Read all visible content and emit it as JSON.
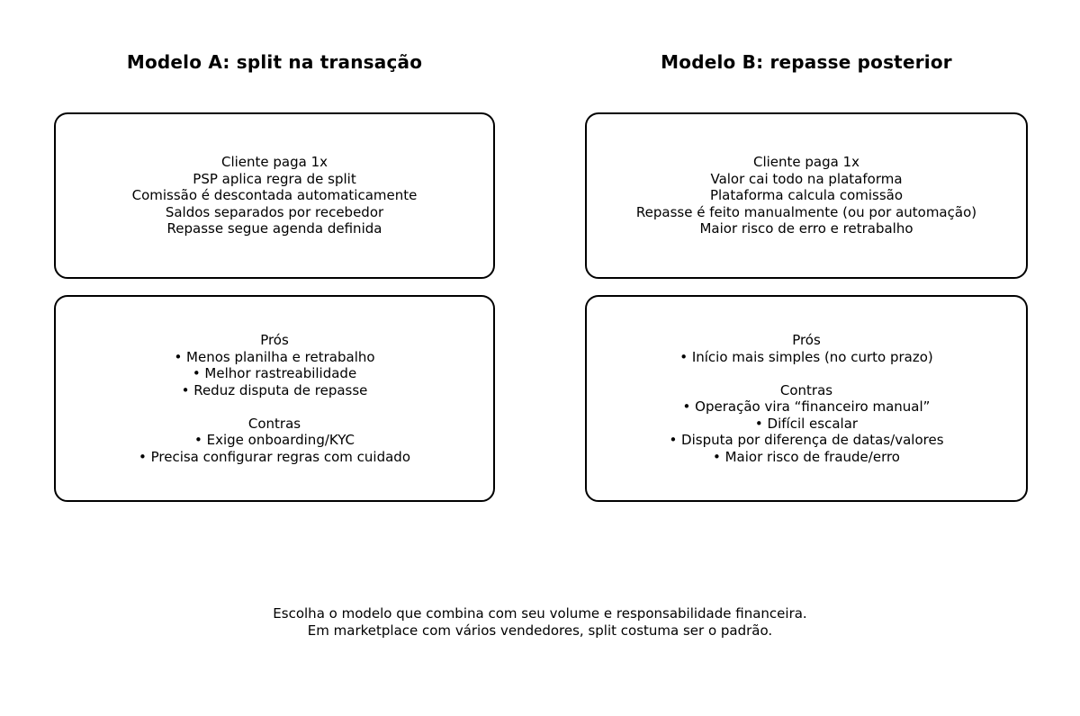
{
  "page": {
    "background_color": "#ffffff",
    "text_color": "#000000",
    "box_border_color": "#000000"
  },
  "columns": [
    {
      "title": "Modelo A: split na transação",
      "flow_box": {
        "lines": [
          "Cliente paga 1x",
          "PSP aplica regra de split",
          "Comissão é descontada automaticamente",
          "Saldos separados por recebedor",
          "Repasse segue agenda definida"
        ]
      },
      "pros_cons_box": {
        "lines": [
          "Prós",
          "• Menos planilha e retrabalho",
          "• Melhor rastreabilidade",
          "• Reduz disputa de repasse",
          "",
          "Contras",
          "• Exige onboarding/KYC",
          "• Precisa configurar regras com cuidado"
        ]
      }
    },
    {
      "title": "Modelo B: repasse posterior",
      "flow_box": {
        "lines": [
          "Cliente paga 1x",
          "Valor cai todo na plataforma",
          "Plataforma calcula comissão",
          "Repasse é feito manualmente (ou por automação)",
          "Maior risco de erro e retrabalho"
        ]
      },
      "pros_cons_box": {
        "lines": [
          "Prós",
          "• Início mais simples (no curto prazo)",
          "",
          "Contras",
          "• Operação vira “financeiro manual”",
          "• Difícil escalar",
          "• Disputa por diferença de datas/valores",
          "• Maior risco de fraude/erro"
        ]
      }
    }
  ],
  "footer": {
    "lines": [
      "Escolha o modelo que combina com seu volume e responsabilidade financeira.",
      "Em marketplace com vários vendedores, split costuma ser o padrão."
    ]
  }
}
